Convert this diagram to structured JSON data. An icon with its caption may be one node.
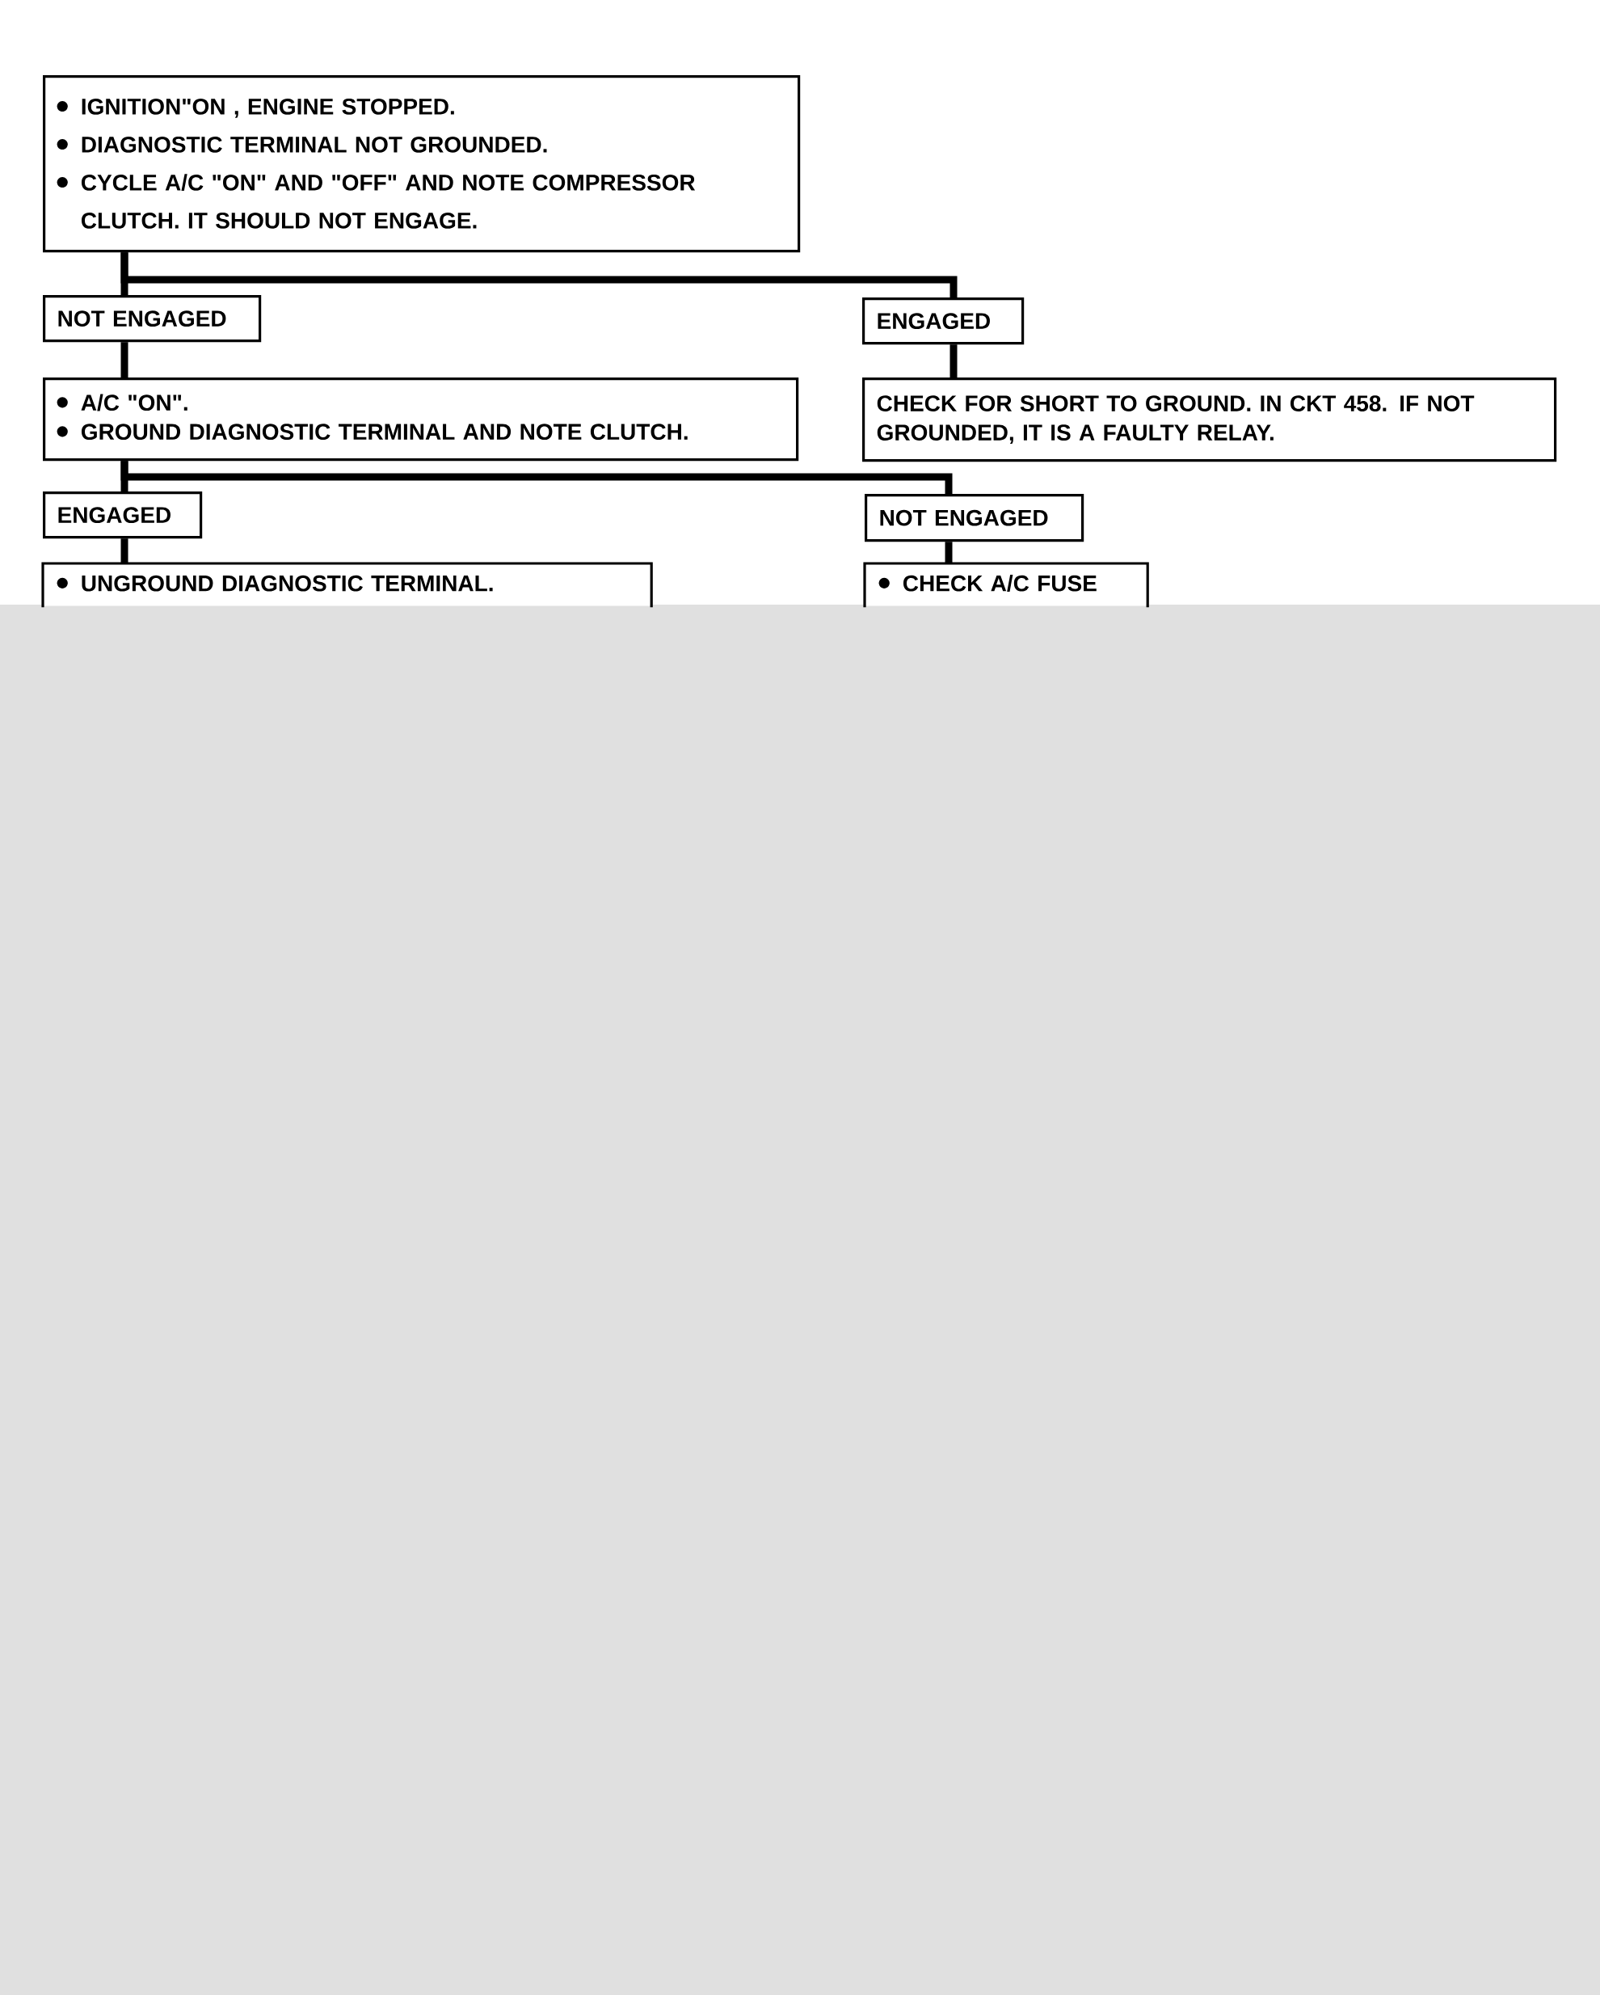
{
  "diagram": {
    "nodes": [
      {
        "text": [
          "IGNITION\"ON , ENGINE STOPPED.",
          "DIAGNOSTIC TERMINAL NOT GROUNDED.",
          "CYCLE A/C \"ON\" AND \"OFF\" AND NOTE COMPRESSOR CLUTCH. IT SHOULD NOT ENGAGE."
        ]
      },
      {
        "text": [
          "NOT ENGAGED"
        ]
      },
      {
        "text": [
          "ENGAGED"
        ]
      },
      {
        "text": [
          "A/C \"ON\".",
          "GROUND DIAGNOSTIC TERMINAL AND NOTE CLUTCH."
        ]
      },
      {
        "text": [
          "CHECK FOR SHORT TO GROUND. IN CKT 458. IF NOT GROUNDED, IT IS A FAULTY RELAY."
        ]
      },
      {
        "text": [
          "ENGAGED"
        ]
      },
      {
        "text": [
          "NOT ENGAGED"
        ]
      },
      {
        "text": [
          "UNGROUND DIAGNOSTIC TERMINAL."
        ]
      },
      {
        "text": [
          "CHECK A/C FUSE"
        ]
      }
    ],
    "edges": [
      {
        "from": 0,
        "to": 1,
        "arrow": "none"
      },
      {
        "from": 0,
        "to": 2,
        "arrow": "none"
      },
      {
        "from": 1,
        "to": 3,
        "arrow": "none"
      },
      {
        "from": 2,
        "to": 4,
        "arrow": "none"
      },
      {
        "from": 3,
        "to": 5,
        "arrow": "none"
      },
      {
        "from": 3,
        "to": 6,
        "arrow": "none"
      },
      {
        "from": 5,
        "to": 7,
        "arrow": "none"
      },
      {
        "from": 6,
        "to": 8,
        "arrow": "none"
      }
    ]
  }
}
